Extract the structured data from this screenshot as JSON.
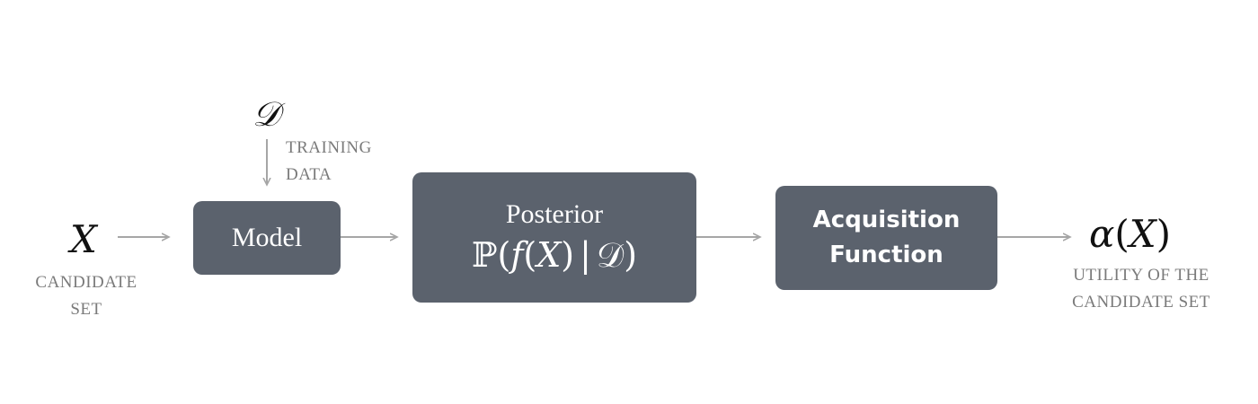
{
  "input": {
    "symbol": "X",
    "caption_line1": "CANDIDATE",
    "caption_line2": "SET"
  },
  "training_data": {
    "symbol": "𝒟",
    "caption_line1": "TRAINING",
    "caption_line2": "DATA"
  },
  "model": {
    "label": "Model"
  },
  "posterior": {
    "label": "Posterior",
    "formula": {
      "prob": "ℙ",
      "open_paren": "(",
      "f": "f",
      "open_paren2": "(",
      "x": "X",
      "close_paren2": ")",
      "bar": "|",
      "d": "𝒟",
      "close_paren": ")"
    }
  },
  "acquisition": {
    "label": "Acquisition\nFunction"
  },
  "output": {
    "alpha": "α",
    "open_paren": "(",
    "x": "X",
    "close_paren": ")",
    "caption_line1": "UTILITY OF THE",
    "caption_line2": "CANDIDATE SET"
  },
  "colors": {
    "box_fill": "#5b626d",
    "arrow": "#a6a6a6",
    "caption": "#7a7a7a",
    "math": "#111111"
  }
}
